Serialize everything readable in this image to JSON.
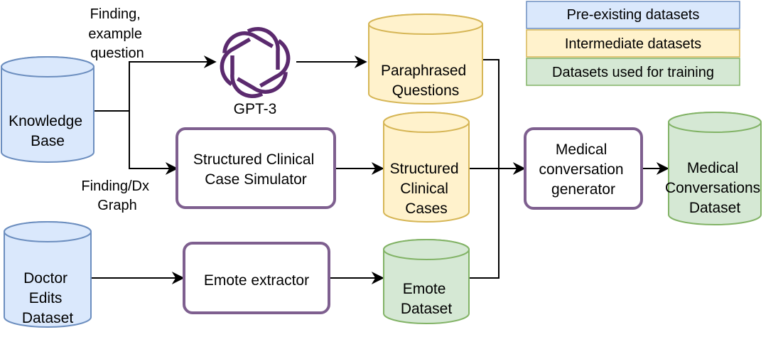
{
  "colors": {
    "blue_fill": "#dae8fc",
    "blue_stroke": "#6c8ebf",
    "yellow_fill": "#fff2cc",
    "yellow_stroke": "#d6b656",
    "green_fill": "#d5e8d4",
    "green_stroke": "#82b366",
    "process_stroke": "#7e5f8f",
    "gpt_logo": "#5b2a6e",
    "line": "#000000"
  },
  "legend": {
    "preexisting": "Pre-existing datasets",
    "intermediate": "Intermediate datasets",
    "training": "Datasets used for training"
  },
  "nodes": {
    "knowledge_base": [
      "Knowledge",
      "Base"
    ],
    "doctor_edits": [
      "Doctor",
      "Edits",
      "Dataset"
    ],
    "paraphrased": [
      "Paraphrased",
      "Questions"
    ],
    "structured_cases": [
      "Structured",
      "Clinical",
      "Cases"
    ],
    "emote_dataset": [
      "Emote",
      "Dataset"
    ],
    "simulator": [
      "Structured Clinical",
      "Case Simulator"
    ],
    "emote_extractor": [
      "Emote extractor"
    ],
    "generator": [
      "Medical",
      "conversation",
      "generator"
    ],
    "output": [
      "Medical",
      "Conversations",
      "Dataset"
    ],
    "gpt3": "GPT-3"
  },
  "edge_labels": {
    "finding_example": [
      "Finding,",
      "example",
      "question"
    ],
    "finding_dx": [
      "Finding/Dx",
      "Graph"
    ]
  }
}
